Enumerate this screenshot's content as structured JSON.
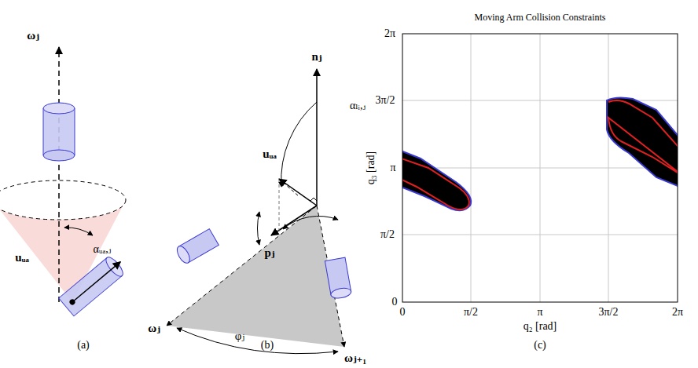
{
  "diagram": {
    "title": "Moving Arm Collision Constraints",
    "labels": [
      "ωⱼ",
      "uᵤₐ",
      "αᵤₐ,ⱼ",
      "(a)",
      "nⱼ",
      "αₗᵢ,ⱼ",
      "uᵤₐ",
      "ωⱼ",
      "pⱼ",
      "φⱼ",
      "ωⱼ₊₁",
      "(b)",
      "2π",
      "3π/2",
      "π",
      "π/2",
      "0",
      "0",
      "π/2",
      "π",
      "3π/2",
      "2π",
      "q₃ [rad]",
      "q₂ [rad]",
      "(c)"
    ]
  }
}
